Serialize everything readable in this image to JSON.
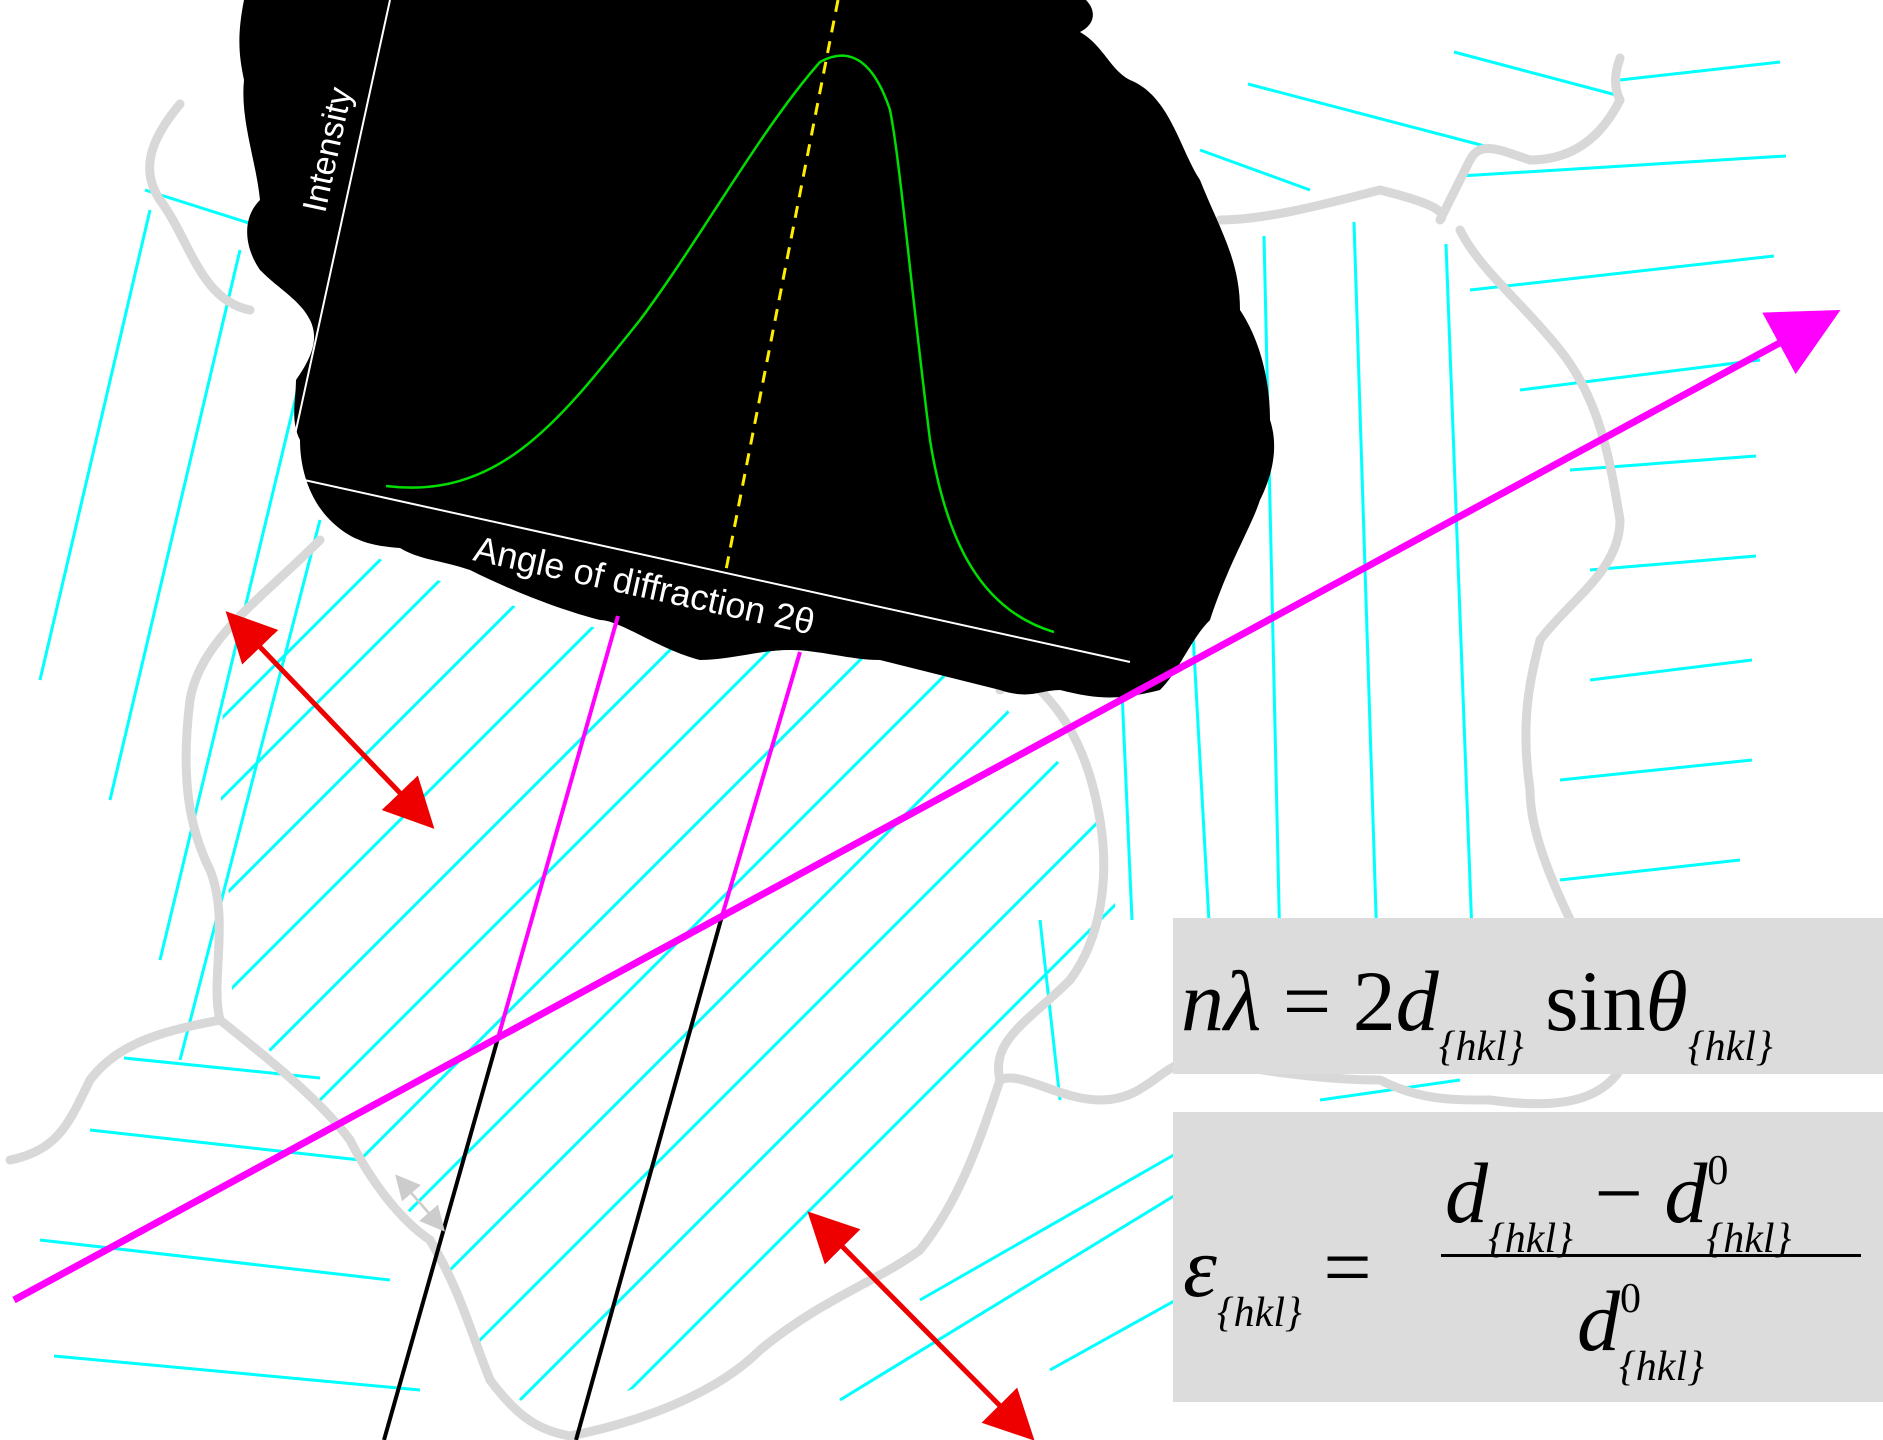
{
  "diagram": {
    "plot_axis_labels": {
      "y": "Intensity",
      "x": "Angle of diffraction 2θ"
    },
    "equations": {
      "bragg": {
        "lhs": "nλ",
        "equals": "=",
        "coef": "2",
        "d": "d",
        "sub_hkl": "{hkl}",
        "sin": "sin",
        "theta": "θ",
        "theta_sub": "{hkl}"
      },
      "strain": {
        "epsilon": "ε",
        "sub_hkl": "{hkl}",
        "equals": "=",
        "num_d": "d",
        "num_sub": "{hkl}",
        "minus": "−",
        "num_d0": "d",
        "sup_zero": "0",
        "den_d0": "d"
      }
    },
    "colors": {
      "lattice_planes": "#00ffff",
      "incident_beam": "#ff00ff",
      "diffracted_beam": "#000000",
      "grain_boundary": "#d8d8d8",
      "strain_arrow": "#ee0000",
      "intensity_curve": "#00dd00",
      "peak_marker": "#ffee00",
      "detector_panel": "#000000",
      "equation_box": "#dcdcdc"
    }
  }
}
